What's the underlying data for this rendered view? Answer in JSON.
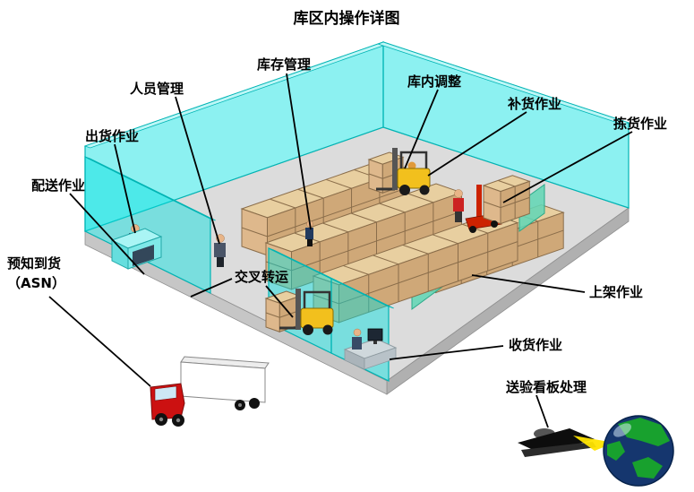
{
  "title": "库区内操作详图",
  "labels": {
    "inventory": "库存管理",
    "personnel": "人员管理",
    "internal_adjust": "库内调整",
    "replenishment": "补货作业",
    "picking": "拣货作业",
    "shipping": "出货作业",
    "delivery": "配送作业",
    "asn_line1": "预知到货",
    "asn_line2": "（ASN）",
    "cross_dock": "交叉转运",
    "putaway": "上架作业",
    "receiving": "收货作业",
    "inspection_kanban": "送验看板处理"
  },
  "colors": {
    "wall_cyan": "#00e0e0",
    "wall_top": "#bdf7f7",
    "floor_gray": "#dcdcdc",
    "box_tan_top": "#e8cfa0",
    "box_tan_side": "#cfa878",
    "box_tan_end": "#deb88c",
    "box_outline": "#8a6d4a",
    "forklift_yellow": "#f2c01d",
    "pallet_truck_red": "#cc2200",
    "truck_red": "#cc1111",
    "beam_yellow": "#ffe400",
    "globe_ocean": "#15366e",
    "globe_land": "#18a12e",
    "rack_panel_green": "#63d6b5"
  }
}
